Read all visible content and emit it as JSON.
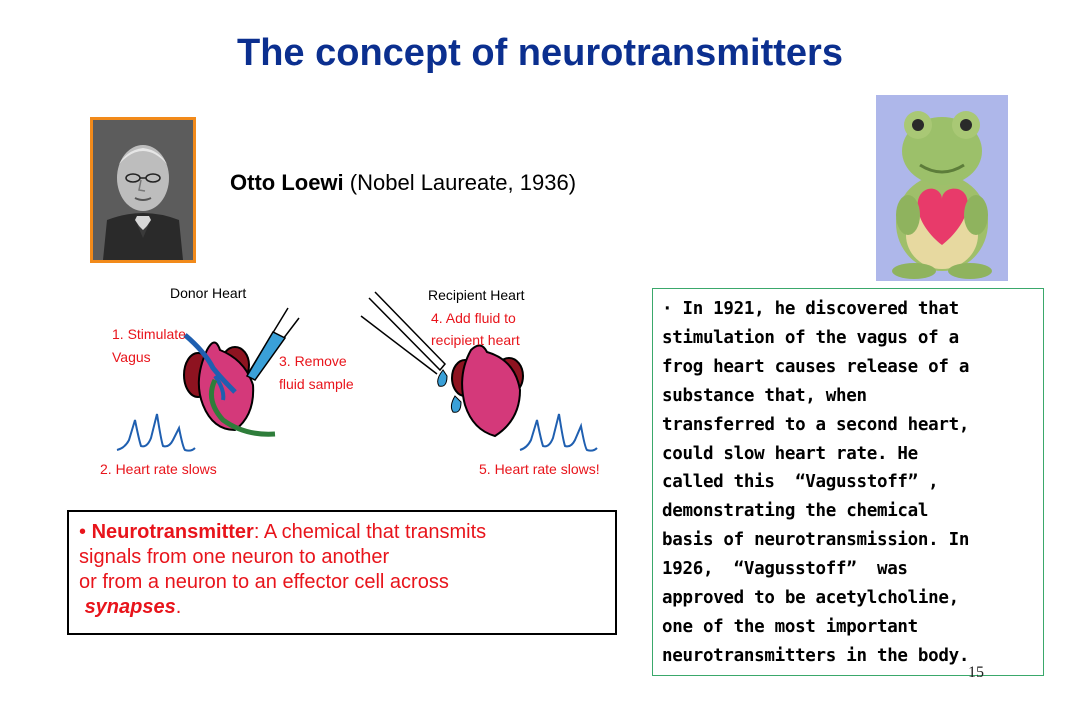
{
  "slide": {
    "title": "The concept of neurotransmitters",
    "page_number": "15"
  },
  "person": {
    "name": "Otto Loewi",
    "detail": " (Nobel Laureate, 1936)"
  },
  "diagram": {
    "donor_label": "Donor Heart",
    "recipient_label": "Recipient Heart",
    "steps": [
      "1. Stimulate",
      "Vagus",
      "2. Heart rate slows",
      "3. Remove",
      "fluid sample",
      "4. Add fluid to",
      "recipient heart",
      "5. Heart rate slows!"
    ]
  },
  "definition": {
    "bullet": "• ",
    "term": "Neurotransmitter",
    "line1": ": A chemical that transmits",
    "line2": "signals from one neuron to another",
    "line3": "or from a neuron to an effector cell across",
    "line4_prefix": " ",
    "synapses": "synapses",
    "line4_suffix": "."
  },
  "note": {
    "lines": [
      "· In 1921, he discovered that",
      "stimulation of the vagus of a",
      "frog heart causes release of a",
      "substance that, when",
      "transferred to a second heart,",
      "could slow heart rate. He",
      "called this  “Vagusstoff” ,",
      "demonstrating the chemical",
      "basis of neurotransmission. In",
      "1926,  “Vagusstoff”  was",
      "approved to be acetylcholine,",
      "one of the most important",
      "neurotransmitters in the body."
    ]
  },
  "colors": {
    "title": "#0b2f8f",
    "red_text": "#e8141b",
    "portrait_border": "#f28a1a",
    "note_border": "#3aa86b",
    "heart": "#d4397a",
    "vagus": "#1f5fb0",
    "green_nerve": "#2e7d3a"
  }
}
